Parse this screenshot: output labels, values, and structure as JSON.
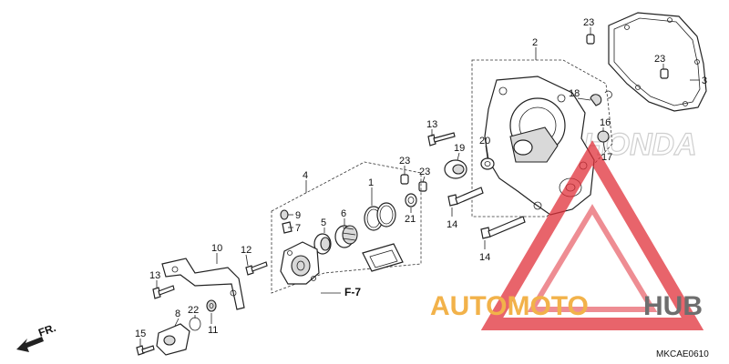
{
  "callouts": [
    {
      "id": "c1",
      "label": "1"
    },
    {
      "id": "c2",
      "label": "2"
    },
    {
      "id": "c3",
      "label": "3"
    },
    {
      "id": "c4",
      "label": "4"
    },
    {
      "id": "c5",
      "label": "5"
    },
    {
      "id": "c6",
      "label": "6"
    },
    {
      "id": "c7",
      "label": "7"
    },
    {
      "id": "c8",
      "label": "8"
    },
    {
      "id": "c9",
      "label": "9"
    },
    {
      "id": "c10",
      "label": "10"
    },
    {
      "id": "c11",
      "label": "11"
    },
    {
      "id": "c12",
      "label": "12"
    },
    {
      "id": "c13a",
      "label": "13"
    },
    {
      "id": "c13b",
      "label": "13"
    },
    {
      "id": "c14a",
      "label": "14"
    },
    {
      "id": "c14b",
      "label": "14"
    },
    {
      "id": "c15",
      "label": "15"
    },
    {
      "id": "c16",
      "label": "16"
    },
    {
      "id": "c17",
      "label": "17"
    },
    {
      "id": "c18",
      "label": "18"
    },
    {
      "id": "c19",
      "label": "19"
    },
    {
      "id": "c20",
      "label": "20"
    },
    {
      "id": "c21",
      "label": "21"
    },
    {
      "id": "c22",
      "label": "22"
    },
    {
      "id": "c23a",
      "label": "23"
    },
    {
      "id": "c23b",
      "label": "23"
    },
    {
      "id": "c23c",
      "label": "23"
    },
    {
      "id": "c23d",
      "label": "23"
    }
  ],
  "reference_label": "F-7",
  "front_label": "FR.",
  "diagram_code": "MKCAE0610",
  "watermark": {
    "part1": "AUTOMOTO",
    "part2": "HUB",
    "colors": {
      "primary": "#f2b24a",
      "secondary": "#6e6e6e",
      "triangle": "#e0303a"
    }
  },
  "brand_ghost": "HONDA"
}
